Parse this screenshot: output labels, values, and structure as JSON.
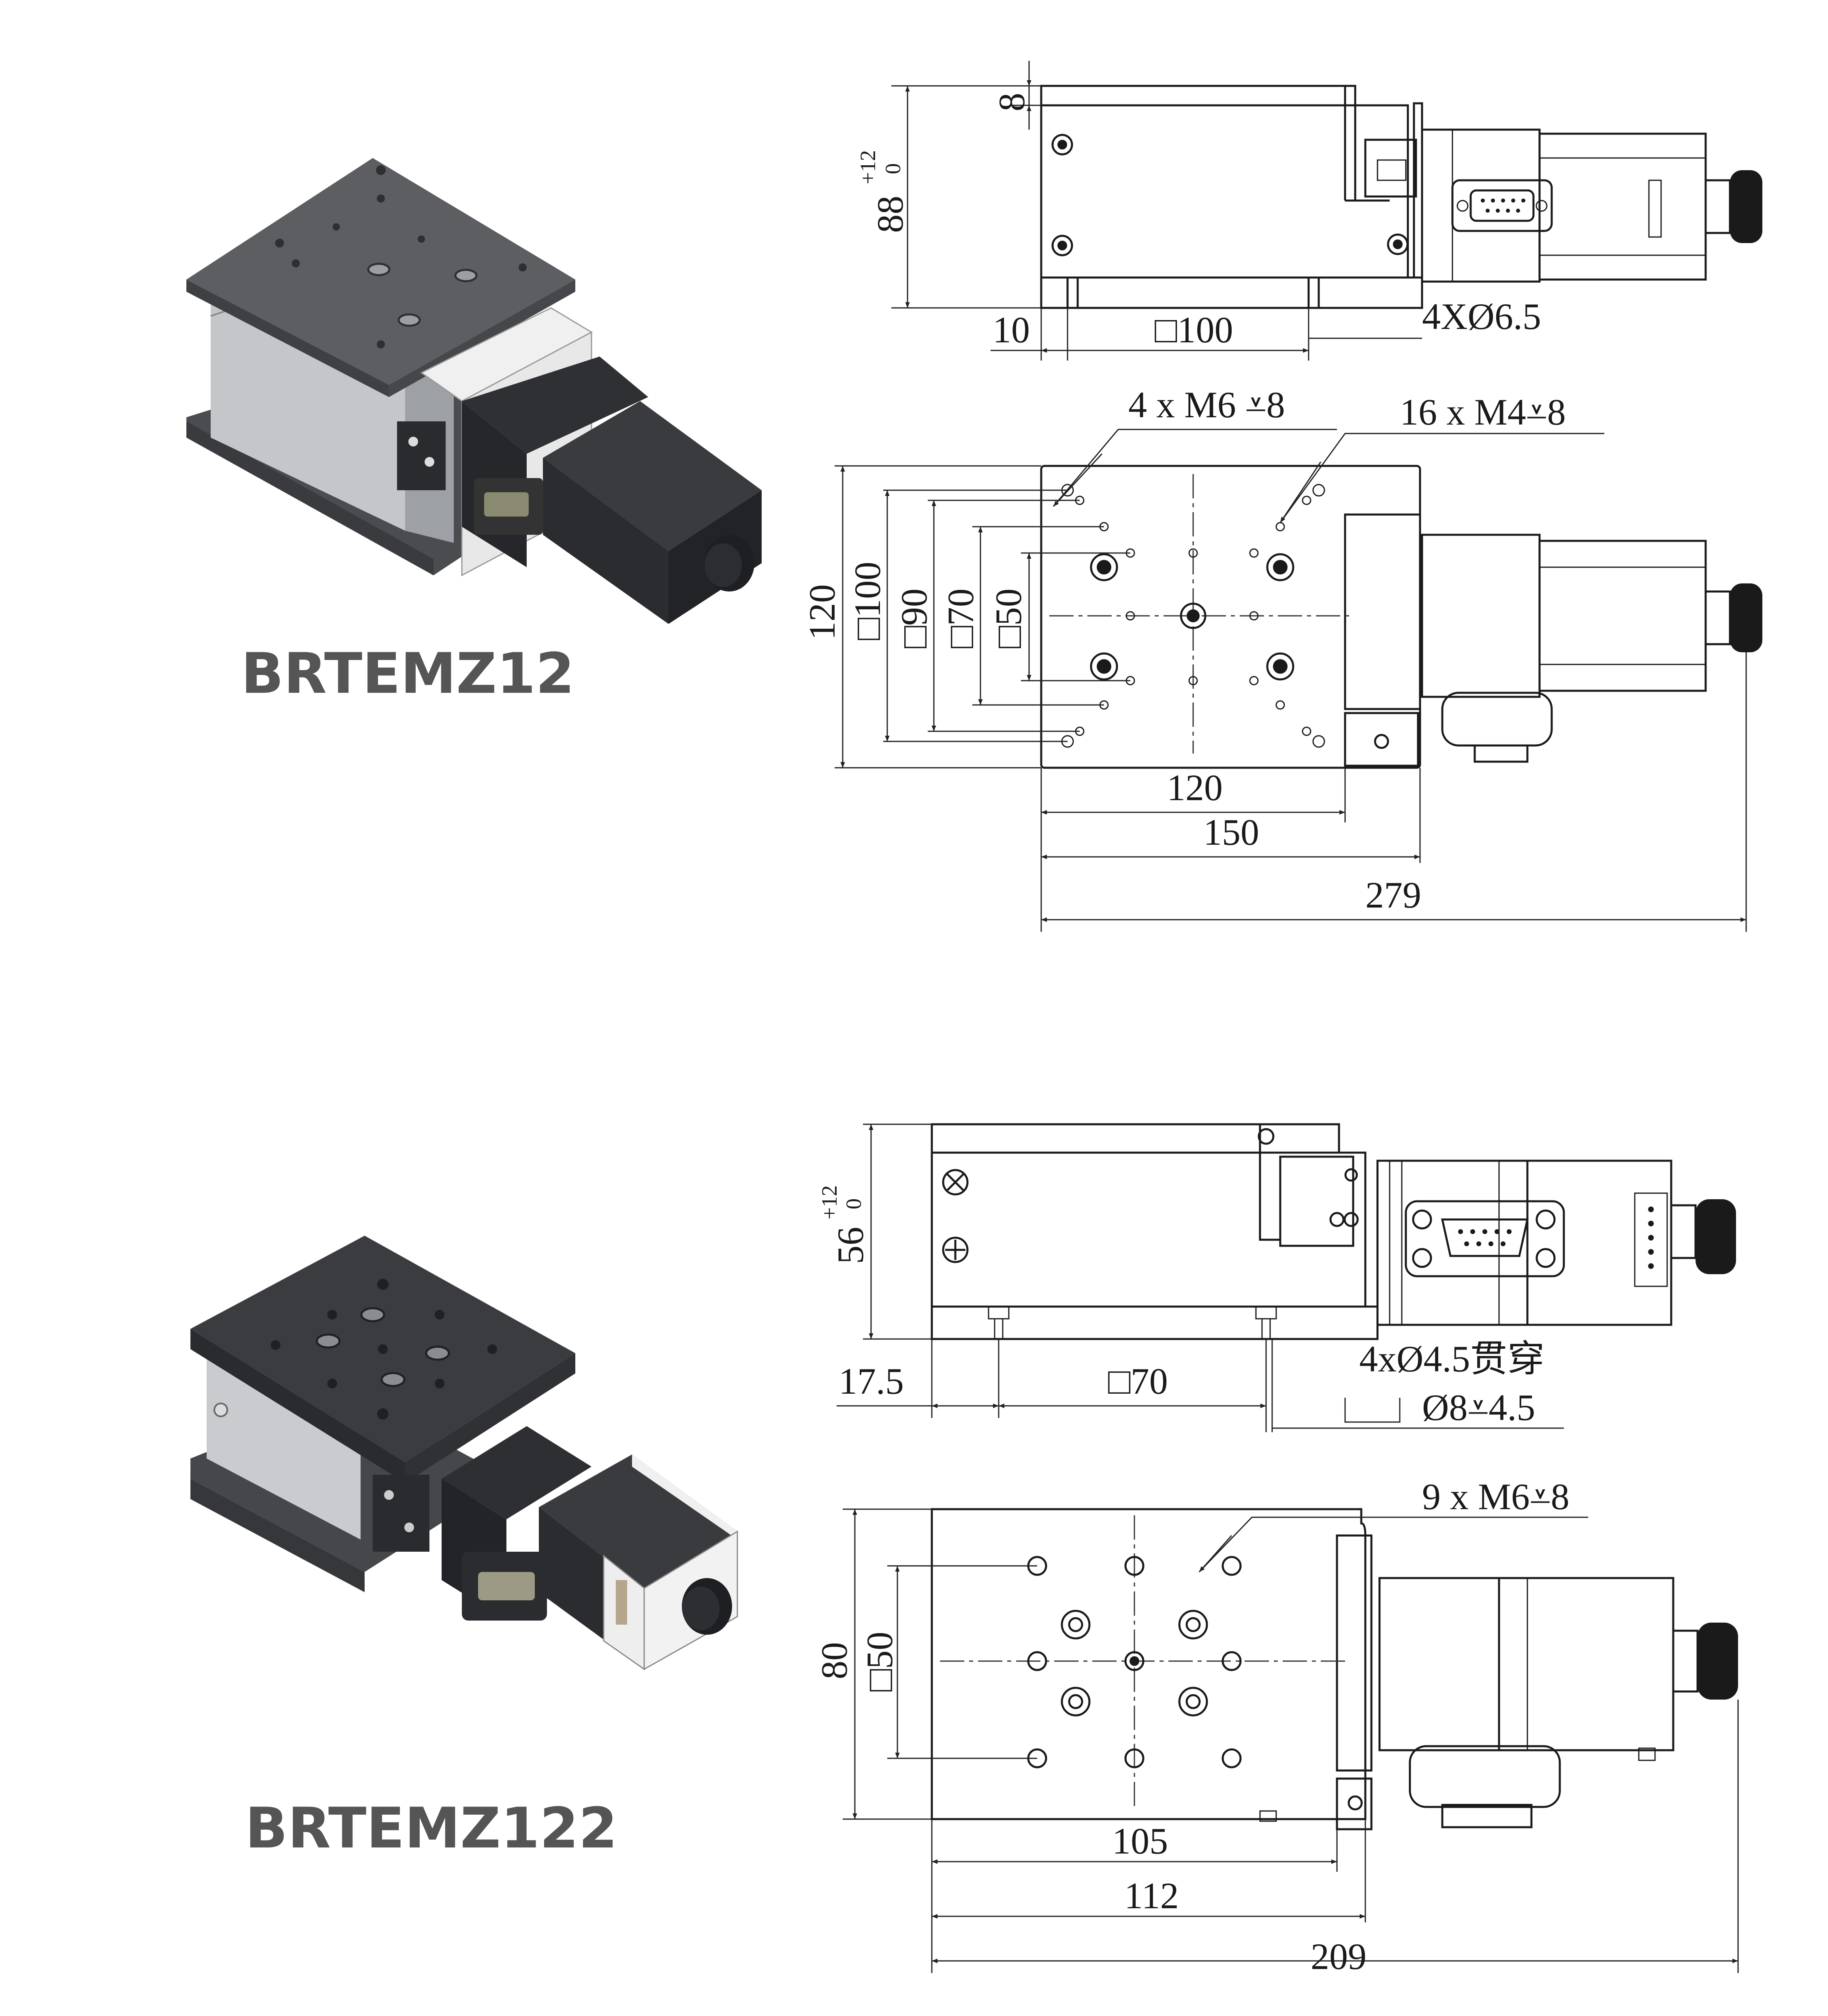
{
  "models": {
    "top": "BRTEMZ12",
    "bottom": "BRTEMZ122"
  },
  "brtemz12": {
    "side": {
      "h_total": "88",
      "tol_up": "+12",
      "tol_dn": "0",
      "plate_t": "8",
      "left_off": "10",
      "sq": "□100",
      "holes": "4XØ6.5"
    },
    "plan": {
      "m6": "4 x M6 ⩡8",
      "m4": "16 x M4⩡8",
      "v120": "120",
      "v100": "□100",
      "v90": "□90",
      "v70": "□70",
      "v50": "□50",
      "w120": "120",
      "w150": "150",
      "w279": "279"
    }
  },
  "brtemz122": {
    "side": {
      "h_total": "56",
      "tol_up": "+12",
      "tol_dn": "0",
      "left_off": "17.5",
      "sq": "□70",
      "thru": "4xØ4.5贯穿",
      "cbore": "Ø8⩡4.5"
    },
    "plan": {
      "m6": "9 x M6⩡8",
      "v80": "80",
      "v50": "□50",
      "w105": "105",
      "w112": "112",
      "w209": "209"
    }
  },
  "colors": {
    "line": "#1a1a1a",
    "plate": "#57595c",
    "metal": "#bcbec1",
    "motor": "#2c2d30",
    "label": "#555555"
  }
}
